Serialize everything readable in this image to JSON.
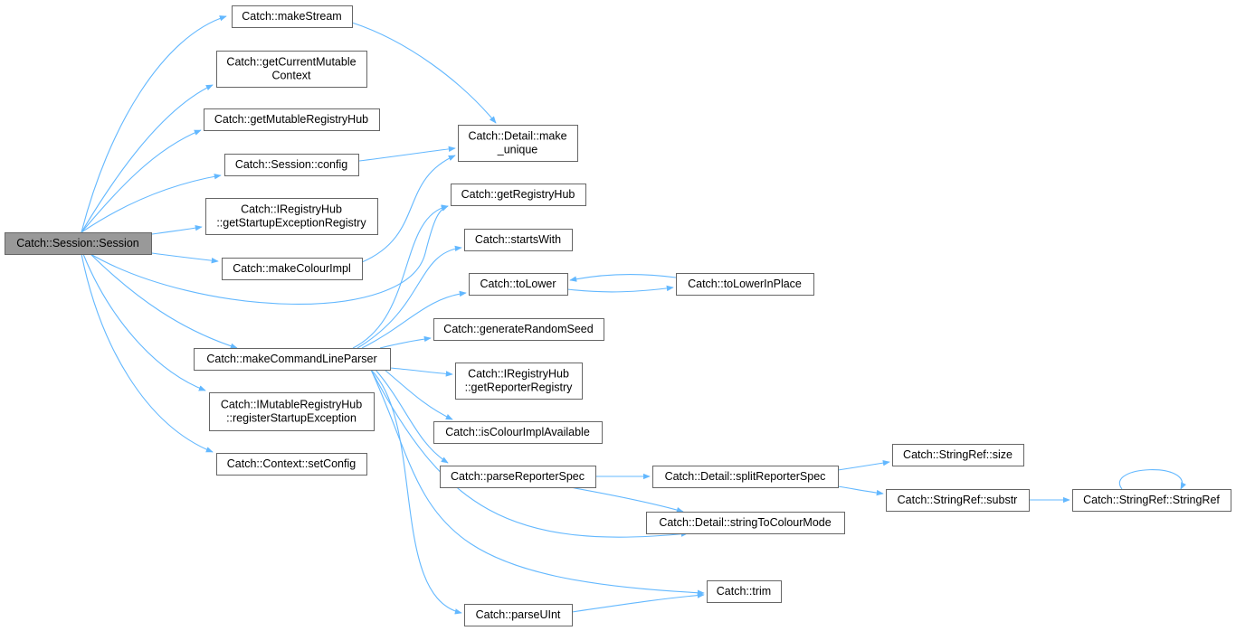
{
  "nodes": [
    {
      "id": "root",
      "lines": [
        "Catch::Session::Session"
      ]
    },
    {
      "id": "makeStream",
      "lines": [
        "Catch::makeStream"
      ]
    },
    {
      "id": "getCurrentMutableContext",
      "lines": [
        "Catch::getCurrentMutable",
        "Context"
      ]
    },
    {
      "id": "getMutableRegistryHub",
      "lines": [
        "Catch::getMutableRegistryHub"
      ]
    },
    {
      "id": "sessionConfig",
      "lines": [
        "Catch::Session::config"
      ]
    },
    {
      "id": "getStartupExceptionRegistry",
      "lines": [
        "Catch::IRegistryHub",
        "::getStartupExceptionRegistry"
      ]
    },
    {
      "id": "makeColourImpl",
      "lines": [
        "Catch::makeColourImpl"
      ]
    },
    {
      "id": "makeCommandLineParser",
      "lines": [
        "Catch::makeCommandLineParser"
      ]
    },
    {
      "id": "registerStartupException",
      "lines": [
        "Catch::IMutableRegistryHub",
        "::registerStartupException"
      ]
    },
    {
      "id": "setConfig",
      "lines": [
        "Catch::Context::setConfig"
      ]
    },
    {
      "id": "makeUnique",
      "lines": [
        "Catch::Detail::make",
        "_unique"
      ]
    },
    {
      "id": "getRegistryHub",
      "lines": [
        "Catch::getRegistryHub"
      ]
    },
    {
      "id": "startsWith",
      "lines": [
        "Catch::startsWith"
      ]
    },
    {
      "id": "toLower",
      "lines": [
        "Catch::toLower"
      ]
    },
    {
      "id": "toLowerInPlace",
      "lines": [
        "Catch::toLowerInPlace"
      ]
    },
    {
      "id": "generateRandomSeed",
      "lines": [
        "Catch::generateRandomSeed"
      ]
    },
    {
      "id": "getReporterRegistry",
      "lines": [
        "Catch::IRegistryHub",
        "::getReporterRegistry"
      ]
    },
    {
      "id": "isColourImplAvailable",
      "lines": [
        "Catch::isColourImplAvailable"
      ]
    },
    {
      "id": "parseReporterSpec",
      "lines": [
        "Catch::parseReporterSpec"
      ]
    },
    {
      "id": "splitReporterSpec",
      "lines": [
        "Catch::Detail::splitReporterSpec"
      ]
    },
    {
      "id": "stringRefSize",
      "lines": [
        "Catch::StringRef::size"
      ]
    },
    {
      "id": "stringRefSubstr",
      "lines": [
        "Catch::StringRef::substr"
      ]
    },
    {
      "id": "stringRefCtor",
      "lines": [
        "Catch::StringRef::StringRef"
      ]
    },
    {
      "id": "stringToColourMode",
      "lines": [
        "Catch::Detail::stringToColourMode"
      ]
    },
    {
      "id": "trim",
      "lines": [
        "Catch::trim"
      ]
    },
    {
      "id": "parseUInt",
      "lines": [
        "Catch::parseUInt"
      ]
    }
  ],
  "edges": [
    [
      "root",
      "makeStream"
    ],
    [
      "root",
      "getCurrentMutableContext"
    ],
    [
      "root",
      "getMutableRegistryHub"
    ],
    [
      "root",
      "sessionConfig"
    ],
    [
      "root",
      "getStartupExceptionRegistry"
    ],
    [
      "root",
      "makeColourImpl"
    ],
    [
      "root",
      "getRegistryHub"
    ],
    [
      "root",
      "makeCommandLineParser"
    ],
    [
      "root",
      "registerStartupException"
    ],
    [
      "root",
      "setConfig"
    ],
    [
      "makeStream",
      "makeUnique"
    ],
    [
      "sessionConfig",
      "makeUnique"
    ],
    [
      "makeColourImpl",
      "makeUnique"
    ],
    [
      "makeCommandLineParser",
      "getRegistryHub"
    ],
    [
      "makeCommandLineParser",
      "startsWith"
    ],
    [
      "makeCommandLineParser",
      "toLower"
    ],
    [
      "makeCommandLineParser",
      "generateRandomSeed"
    ],
    [
      "makeCommandLineParser",
      "getReporterRegistry"
    ],
    [
      "makeCommandLineParser",
      "isColourImplAvailable"
    ],
    [
      "makeCommandLineParser",
      "parseReporterSpec"
    ],
    [
      "makeCommandLineParser",
      "stringToColourMode"
    ],
    [
      "makeCommandLineParser",
      "trim"
    ],
    [
      "makeCommandLineParser",
      "parseUInt"
    ],
    [
      "toLower",
      "toLowerInPlace"
    ],
    [
      "toLowerInPlace",
      "toLower"
    ],
    [
      "parseReporterSpec",
      "splitReporterSpec"
    ],
    [
      "parseReporterSpec",
      "stringToColourMode"
    ],
    [
      "splitReporterSpec",
      "stringRefSize"
    ],
    [
      "splitReporterSpec",
      "stringRefSubstr"
    ],
    [
      "stringRefSubstr",
      "stringRefCtor"
    ],
    [
      "stringRefCtor",
      "stringRefCtor"
    ],
    [
      "parseUInt",
      "trim"
    ]
  ],
  "colors": {
    "edge": "#63b8ff",
    "root_fill": "#999999",
    "border": "#666666"
  }
}
